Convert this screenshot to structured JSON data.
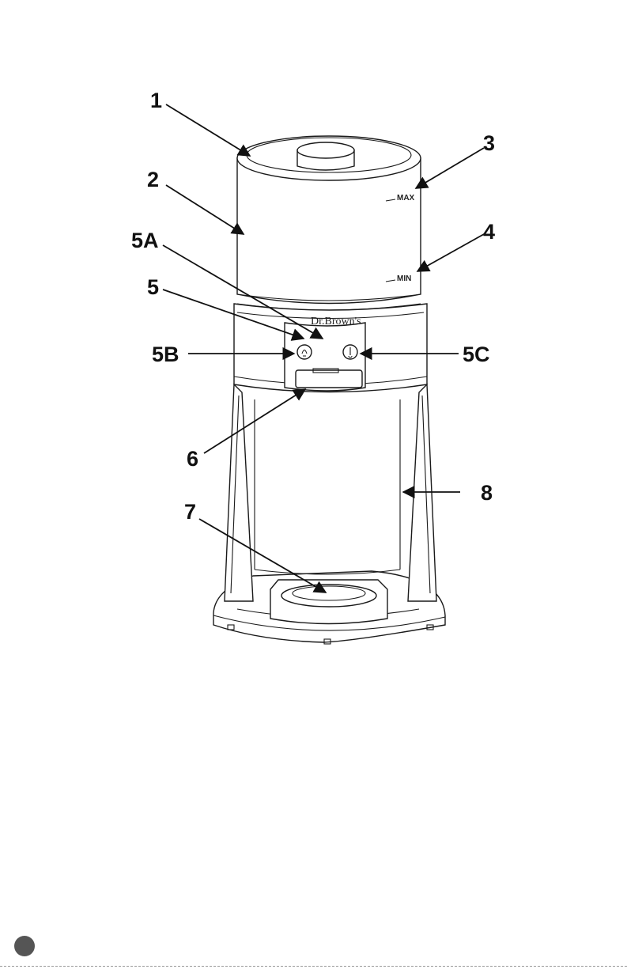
{
  "diagram": {
    "brand": "Dr.Brown's",
    "markings": {
      "max": "MAX",
      "min": "MIN"
    },
    "callouts": [
      {
        "id": "1",
        "label": "1"
      },
      {
        "id": "2",
        "label": "2"
      },
      {
        "id": "3",
        "label": "3"
      },
      {
        "id": "4",
        "label": "4"
      },
      {
        "id": "5A",
        "label": "5A"
      },
      {
        "id": "5",
        "label": "5"
      },
      {
        "id": "5B",
        "label": "5B"
      },
      {
        "id": "5C",
        "label": "5C"
      },
      {
        "id": "6",
        "label": "6"
      },
      {
        "id": "7",
        "label": "7"
      },
      {
        "id": "8",
        "label": "8"
      }
    ]
  },
  "footer": {
    "page_marker": ""
  },
  "colors": {
    "line": "#1a1a1a",
    "background": "#ffffff",
    "footer_dot": "#555555"
  }
}
